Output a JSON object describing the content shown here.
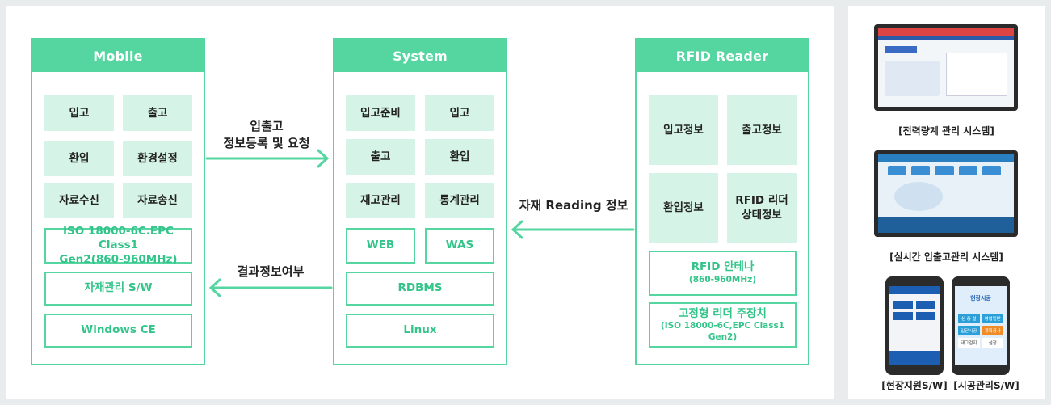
{
  "mobile": {
    "title": "Mobile",
    "cells": [
      "입고",
      "출고",
      "환입",
      "환경설정",
      "자료수신",
      "자료송신"
    ],
    "standard_line1": "ISO 18000-6C.EPC Class1",
    "standard_line2": "Gen2(860-960MHz)",
    "software": "자재관리 S/W",
    "os": "Windows CE"
  },
  "system": {
    "title": "System",
    "cells": [
      "입고준비",
      "입고",
      "출고",
      "환입",
      "재고관리",
      "통계관리"
    ],
    "web": "WEB",
    "was": "WAS",
    "db": "RDBMS",
    "os": "Linux"
  },
  "reader": {
    "title": "RFID Reader",
    "cells": [
      "입고정보",
      "출고정보",
      "환입정보"
    ],
    "status_line1": "RFID 리더",
    "status_line2": "상태정보",
    "antenna": "RFID 안테나",
    "antenna_freq": "(860-960MHz)",
    "fixed": "고정형 리더 주장치",
    "fixed_spec": "(ISO 18000-6C,EPC Class1 Gen2)"
  },
  "arrows": {
    "request_line1": "입출고",
    "request_line2": "정보등록 및 요청",
    "result": "결과정보여부",
    "reading": "자재 Reading 정보"
  },
  "side": {
    "caption1": "[전력량계 관리 시스템]",
    "caption2": "[실시간 입출고관리 시스템]",
    "caption3": "[현장지원S/W]",
    "caption4": "[시공관리S/W]",
    "phone2_title": "현장시공",
    "phone2_buttons": [
      "신 증 설",
      "영업일반",
      "입단시공",
      "계획공사"
    ],
    "phone2_footer": [
      "태그검지",
      "설정"
    ]
  },
  "colors": {
    "accent": "#55d5a0",
    "cell": "#d6f3e7",
    "text_accent": "#33c48a"
  }
}
